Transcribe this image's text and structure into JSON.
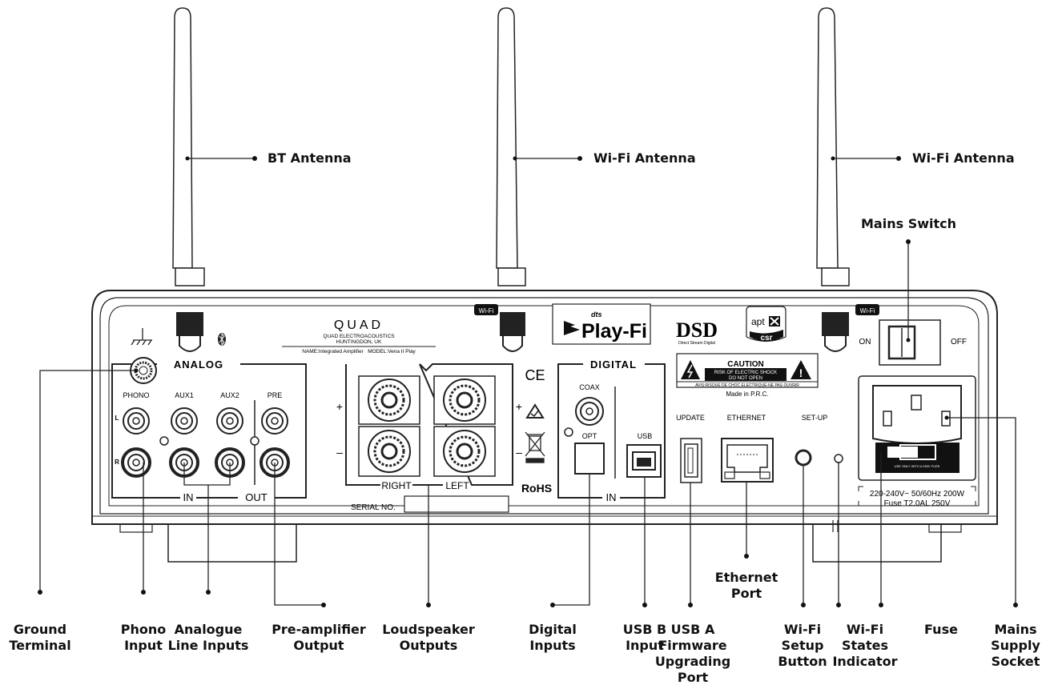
{
  "callouts_top": {
    "bt_antenna": "BT Antenna",
    "wifi_antenna_1": "Wi-Fi Antenna",
    "wifi_antenna_2": "Wi-Fi Antenna",
    "mains_switch": "Mains Switch",
    "ethernet_port": [
      "Ethernet",
      "Port"
    ]
  },
  "callouts_bottom": {
    "ground_terminal": [
      "Ground",
      "Terminal"
    ],
    "phono_input": [
      "Phono",
      "Input"
    ],
    "analogue_line_inputs": [
      "Analogue",
      "Line Inputs"
    ],
    "preamp_output": [
      "Pre-amplifier",
      "Output"
    ],
    "loudspeaker_outputs": [
      "Loudspeaker",
      "Outputs"
    ],
    "digital_inputs": [
      "Digital",
      "Inputs"
    ],
    "usb_b_input": [
      "USB B",
      "Input"
    ],
    "usb_a_port": [
      "USB A",
      "Firmware",
      "Upgrading",
      "Port"
    ],
    "wifi_setup_button": [
      "Wi-Fi",
      "Setup",
      "Button"
    ],
    "wifi_states_indicator": [
      "Wi-Fi",
      "States",
      "Indicator"
    ],
    "fuse": [
      "Fuse"
    ],
    "mains_supply_socket": [
      "Mains",
      "Supply",
      "Socket"
    ]
  },
  "panel": {
    "brand": "QUAD",
    "company": "QUAD ELECTROACOUSTICS",
    "location": "HUNTINGDON, UK",
    "name_model": "NAME:Integrated Amplifier   MODEL:Vena II Play",
    "wifi_badge": "Wi-Fi",
    "playfi_dts": "dts",
    "playfi": "Play-Fi",
    "dsd": "DSD",
    "dsd_sub": "Direct Stream Digital",
    "aptx": "apt",
    "csr": "csr",
    "caution": "CAUTION",
    "caution_line1": "RISK OF ELECTRIC SHOCK",
    "caution_line2": "DO NOT OPEN",
    "avis": "AVIS:RISQUE DE CHOC ELECTRIQUE-NE PAS OUVRIR",
    "made_in": "Made in P.R.C.",
    "analog": "ANALOG",
    "phono": "PHONO",
    "aux1": "AUX1",
    "aux2": "AUX2",
    "pre": "PRE",
    "L": "L",
    "R": "R",
    "in": "IN",
    "out": "OUT",
    "right": "RIGHT",
    "left": "LEFT",
    "plus": "+",
    "minus": "–",
    "serial": "SERIAL NO.",
    "ce": "CE",
    "rohs": "RoHS",
    "digital": "DIGITAL",
    "coax": "COAX",
    "opt": "OPT",
    "usb": "USB",
    "digital_in": "IN",
    "update": "UPDATE",
    "ethernet": "ETHERNET",
    "setup": "SET-UP",
    "on": "ON",
    "off": "OFF",
    "fuse_strip": "USE ONLY WITH A 250V FUSE",
    "power_spec": "220-240V~ 50/60Hz 200W",
    "fuse_spec": "Fuse T2.0AL 250V"
  }
}
